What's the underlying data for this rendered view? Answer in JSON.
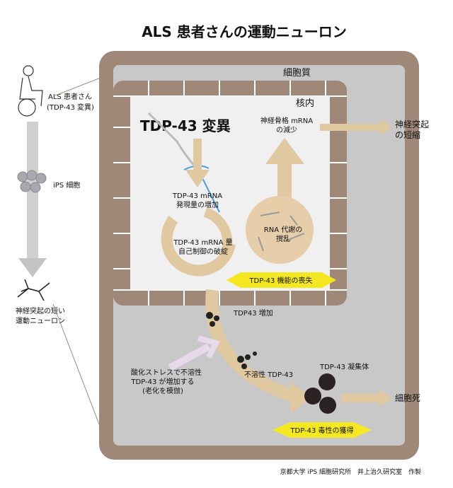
{
  "title": "ALS 患者さんの運動ニューロン",
  "left": {
    "patient": [
      "ALS 患者さん",
      "(TDP-43 変異)"
    ],
    "ips": "iPS 細胞",
    "neuron": [
      "神経突起の短い",
      "運動ニューロン"
    ]
  },
  "cell": {
    "cytoplasm": "細胞質",
    "nucleus": "核内",
    "mutation": "TDP-43 変異",
    "mrna_increase": [
      "TDP-43 mRNA",
      "発現量の増加"
    ],
    "autoregulation": [
      "TDP-43 mRNA 量",
      "自己制御の破綻"
    ],
    "rna_metabolism": [
      "RNA 代謝の",
      "撹乱"
    ],
    "cytoskeleton": [
      "神経骨格 mRNA",
      "の減少"
    ],
    "loss_of_function": "TDP-43 機能の喪失",
    "tdp_increase": "TDP43 増加",
    "oxidative_stress": [
      "酸化ストレスで不溶性",
      "TDP-43 が増加する",
      "(老化を模倣)"
    ],
    "insoluble": "不溶性 TDP-43",
    "aggregate": "TDP-43 凝集体",
    "gain_of_toxicity": "TDP-43 毒性の獲得"
  },
  "outcomes": {
    "neurite": [
      "神経突起",
      "の短縮"
    ],
    "death": "細胞死"
  },
  "credit": "京都大学 iPS 細胞研究所　井上治久研究室　作製",
  "colors": {
    "membrane": "#a08878",
    "cytoplasm": "#c8c8c8",
    "nucleoplasm": "#f0f0f0",
    "arrow": "#e0c8a0",
    "highlight": "#f5e820",
    "stress": "#e8d8ec"
  }
}
